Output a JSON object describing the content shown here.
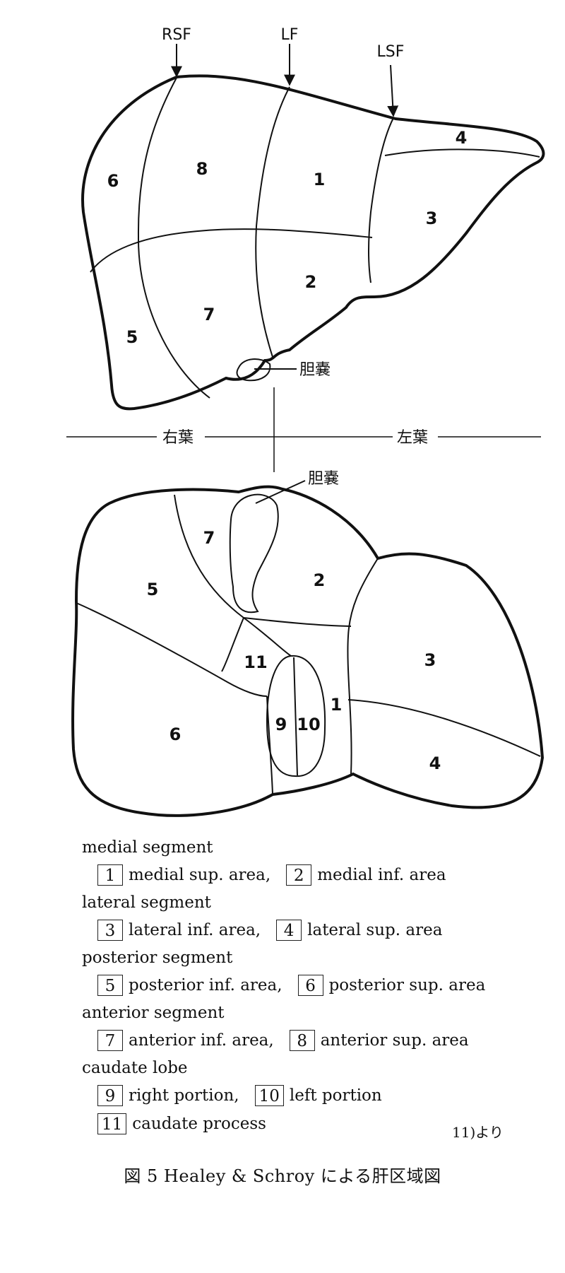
{
  "upper_diagram": {
    "fissures": {
      "rsf": "RSF",
      "lf": "LF",
      "lsf": "LSF"
    },
    "segment_numbers": [
      "1",
      "2",
      "3",
      "4",
      "5",
      "6",
      "7",
      "8"
    ],
    "gallbladder_label": "胆嚢"
  },
  "divider": {
    "right_lobe": "右葉",
    "left_lobe": "左葉"
  },
  "lower_diagram": {
    "segment_numbers": [
      "1",
      "2",
      "3",
      "4",
      "5",
      "6",
      "7",
      "9",
      "10",
      "11"
    ],
    "gallbladder_label": "胆嚢"
  },
  "legend": [
    {
      "title": "medial segment",
      "items": [
        {
          "num": "1",
          "text": "medial sup. area,"
        },
        {
          "num": "2",
          "text": "medial inf. area"
        }
      ]
    },
    {
      "title": "lateral segment",
      "items": [
        {
          "num": "3",
          "text": "lateral inf. area,"
        },
        {
          "num": "4",
          "text": "lateral sup. area"
        }
      ]
    },
    {
      "title": "posterior segment",
      "items": [
        {
          "num": "5",
          "text": "posterior inf. area,"
        },
        {
          "num": "6",
          "text": "posterior sup. area"
        }
      ]
    },
    {
      "title": "anterior segment",
      "items": [
        {
          "num": "7",
          "text": "anterior inf. area,"
        },
        {
          "num": "8",
          "text": "anterior sup. area"
        }
      ]
    },
    {
      "title": "caudate lobe",
      "items": [
        {
          "num": "9",
          "text": "right portion,"
        },
        {
          "num": "10",
          "text": "left portion"
        }
      ]
    },
    {
      "title": "",
      "items": [
        {
          "num": "11",
          "text": "caudate process"
        }
      ]
    }
  ],
  "source_note": "11)より",
  "caption": "図 5 Healey & Schroy による肝区域図"
}
